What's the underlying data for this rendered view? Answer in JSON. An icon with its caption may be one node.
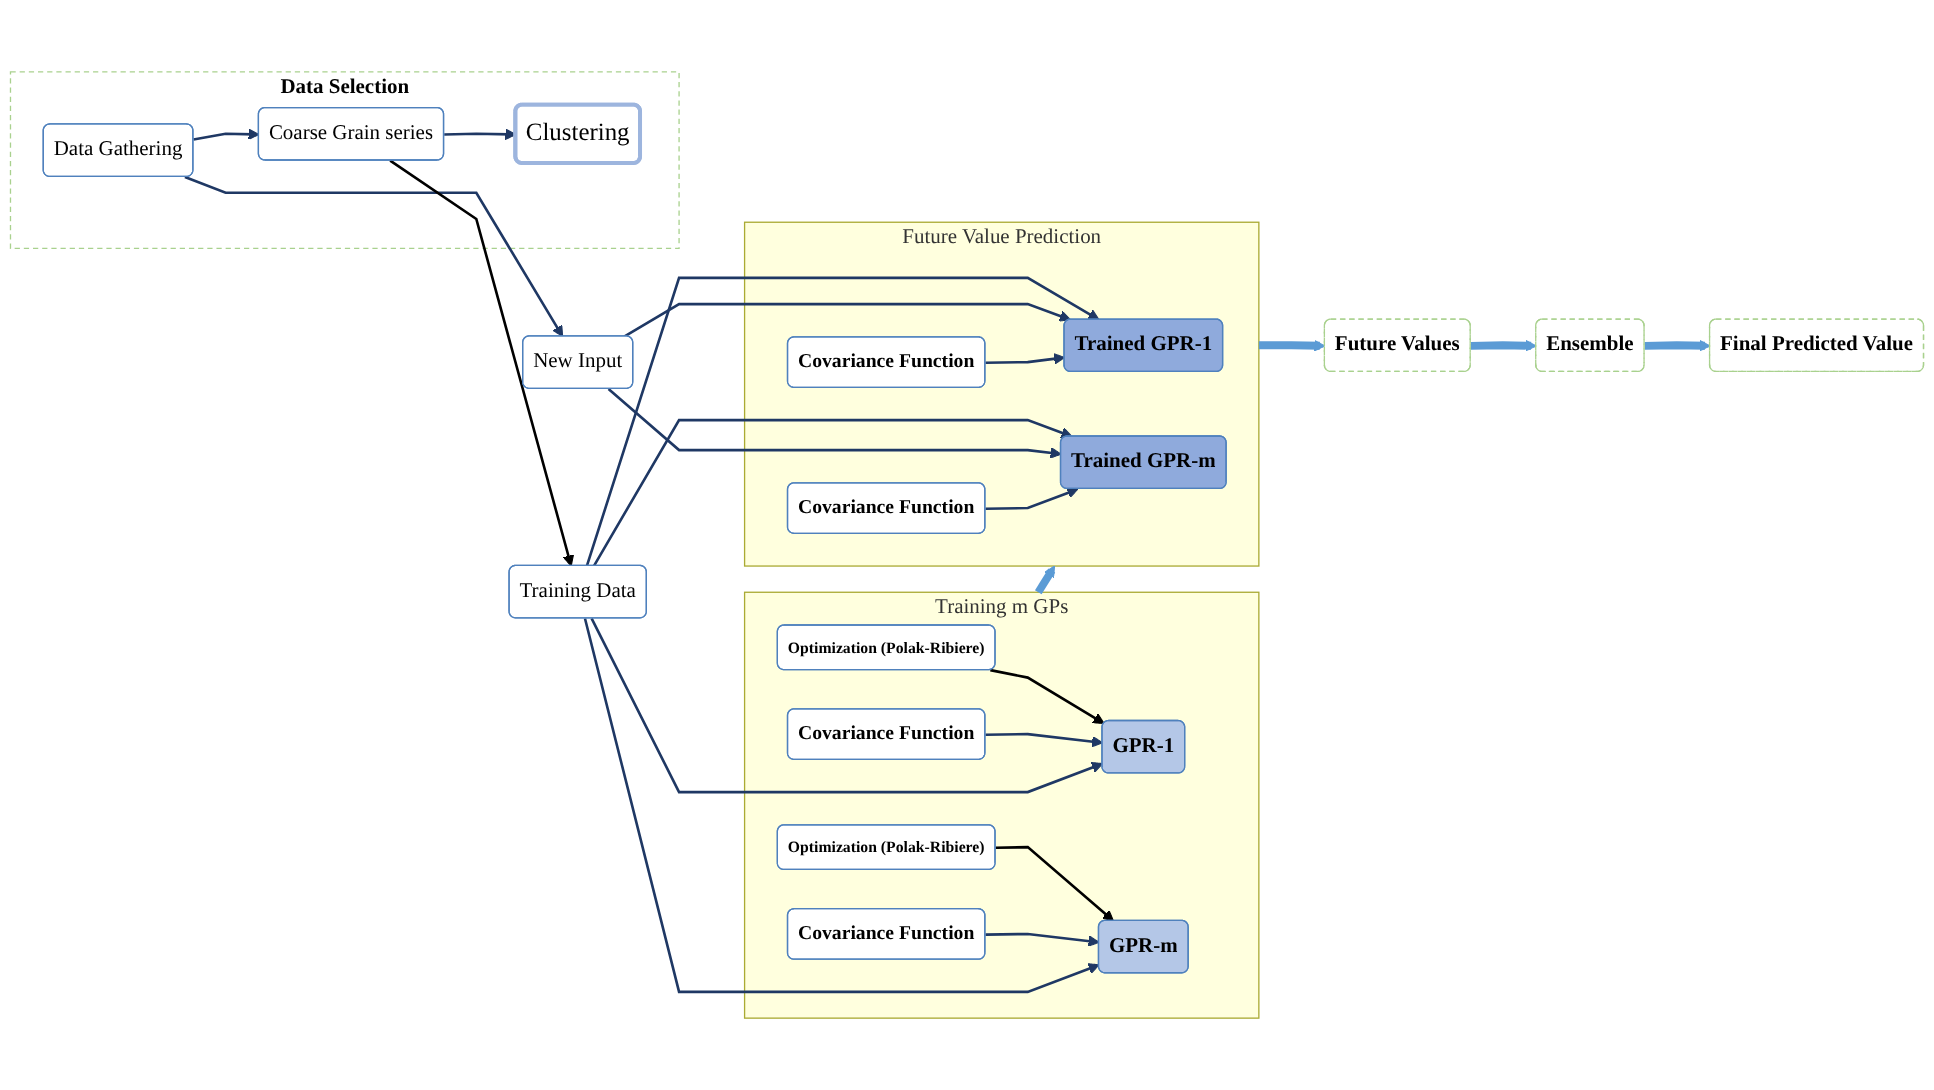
{
  "diagram": {
    "nodes": [
      {
        "text": [
          "Data Selection"
        ]
      },
      {
        "text": [
          "Data Gathering"
        ],
        "in": 0
      },
      {
        "text": [
          "Coarse Grain series"
        ],
        "in": 0
      },
      {
        "text": [
          "Clustering"
        ],
        "in": 0
      },
      {
        "text": [
          "Training m GPs"
        ]
      },
      {
        "text": [
          "Optimization (Polak-Ribiere)"
        ],
        "in": 4
      },
      {
        "text": [
          "GPR-1"
        ],
        "in": 4
      },
      {
        "text": [
          "Covariance Function"
        ],
        "in": 4
      },
      {
        "text": [
          "Optimization (Polak-Ribiere)"
        ],
        "in": 4
      },
      {
        "text": [
          "GPR-m"
        ],
        "in": 4
      },
      {
        "text": [
          "Covariance Function"
        ],
        "in": 4
      },
      {
        "text": [
          "Training Data"
        ]
      },
      {
        "text": [
          "New Input"
        ]
      },
      {
        "text": [
          "Future Value Prediction"
        ]
      },
      {
        "text": [
          "Trained GPR-1"
        ],
        "in": 13
      },
      {
        "text": [
          "Covariance Function"
        ],
        "in": 13
      },
      {
        "text": [
          "Trained GPR-m"
        ],
        "in": 13
      },
      {
        "text": [
          "Covariance Function"
        ],
        "in": 13
      },
      {
        "text": [
          "Future Values"
        ]
      },
      {
        "text": [
          "Ensemble"
        ]
      },
      {
        "text": [
          "Final Predicted Value"
        ]
      }
    ],
    "edges": [
      {
        "from": 1,
        "to": 2,
        "arrow": "to"
      },
      {
        "from": 2,
        "to": 3,
        "arrow": "to"
      },
      {
        "from": 1,
        "to": 12,
        "arrow": "to"
      },
      {
        "from": 2,
        "to": 11,
        "arrow": "to",
        "color": "#000000"
      },
      {
        "from": 5,
        "to": 6,
        "arrow": "to",
        "color": "#000000"
      },
      {
        "from": 7,
        "to": 6,
        "arrow": "to"
      },
      {
        "from": 8,
        "to": 9,
        "arrow": "to",
        "color": "#000000"
      },
      {
        "from": 10,
        "to": 9,
        "arrow": "to"
      },
      {
        "from": 11,
        "to": 6,
        "arrow": "to"
      },
      {
        "from": 11,
        "to": 9,
        "arrow": "to"
      },
      {
        "from": 11,
        "to": 14,
        "arrow": "to"
      },
      {
        "from": 11,
        "to": 16,
        "arrow": "to"
      },
      {
        "from": 12,
        "to": 14,
        "arrow": "to"
      },
      {
        "from": 12,
        "to": 16,
        "arrow": "to"
      },
      {
        "from": 15,
        "to": 14,
        "arrow": "to"
      },
      {
        "from": 17,
        "to": 16,
        "arrow": "to"
      },
      {
        "from": 4,
        "to": 13,
        "arrow": "to",
        "style": "thick",
        "color": "#5b9bd5"
      },
      {
        "from": 13,
        "to": 18,
        "arrow": "to",
        "style": "thick",
        "color": "#5b9bd5"
      },
      {
        "from": 18,
        "to": 19,
        "arrow": "to",
        "style": "thick",
        "color": "#5b9bd5"
      },
      {
        "from": 19,
        "to": 20,
        "arrow": "to",
        "style": "thick",
        "color": "#5b9bd5"
      }
    ]
  }
}
